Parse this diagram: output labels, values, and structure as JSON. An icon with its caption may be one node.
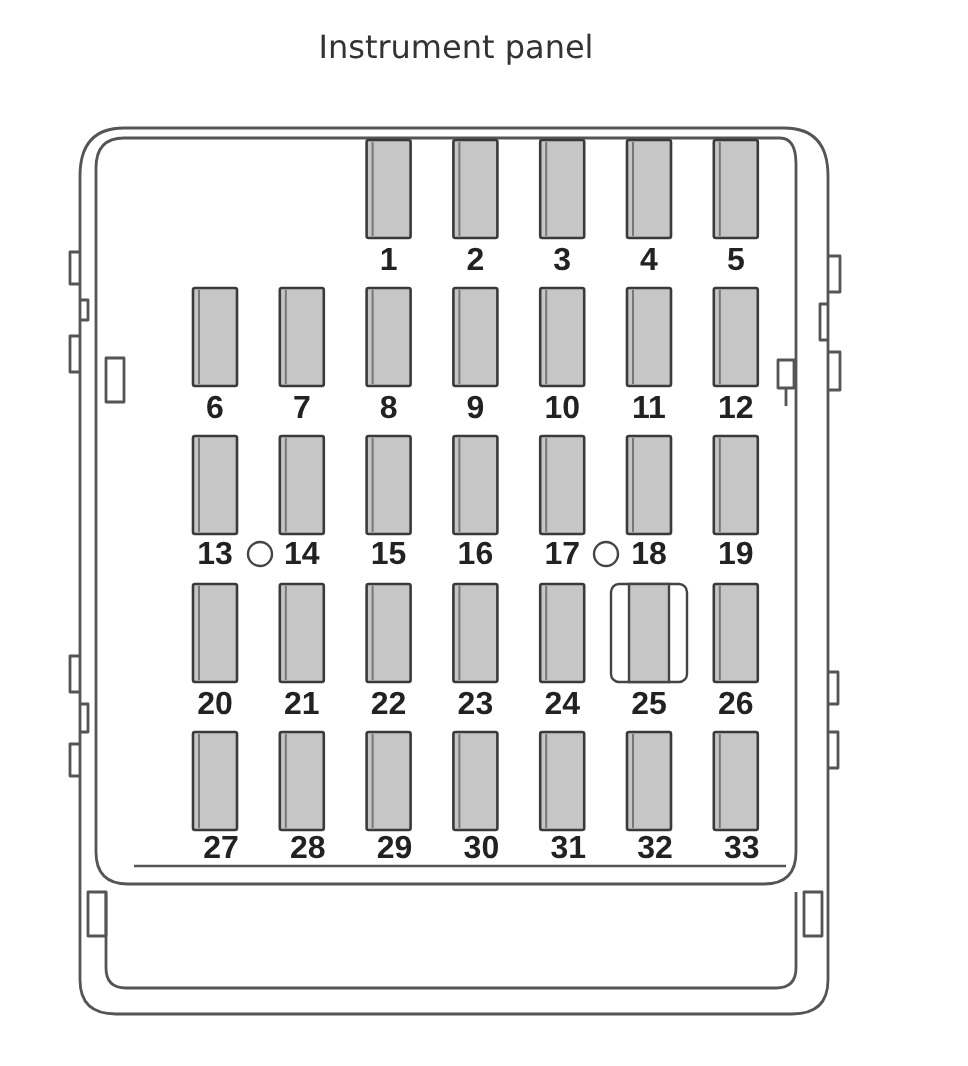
{
  "diagram": {
    "title": "Instrument panel",
    "labels": [
      "1",
      "2",
      "3",
      "4",
      "5",
      "6",
      "7",
      "8",
      "9",
      "10",
      "11",
      "12",
      "13",
      "14",
      "15",
      "16",
      "17",
      "18",
      "19",
      "20",
      "21",
      "22",
      "23",
      "24",
      "25",
      "26",
      "27",
      "28",
      "29",
      "30",
      "31",
      "32",
      "33"
    ]
  }
}
